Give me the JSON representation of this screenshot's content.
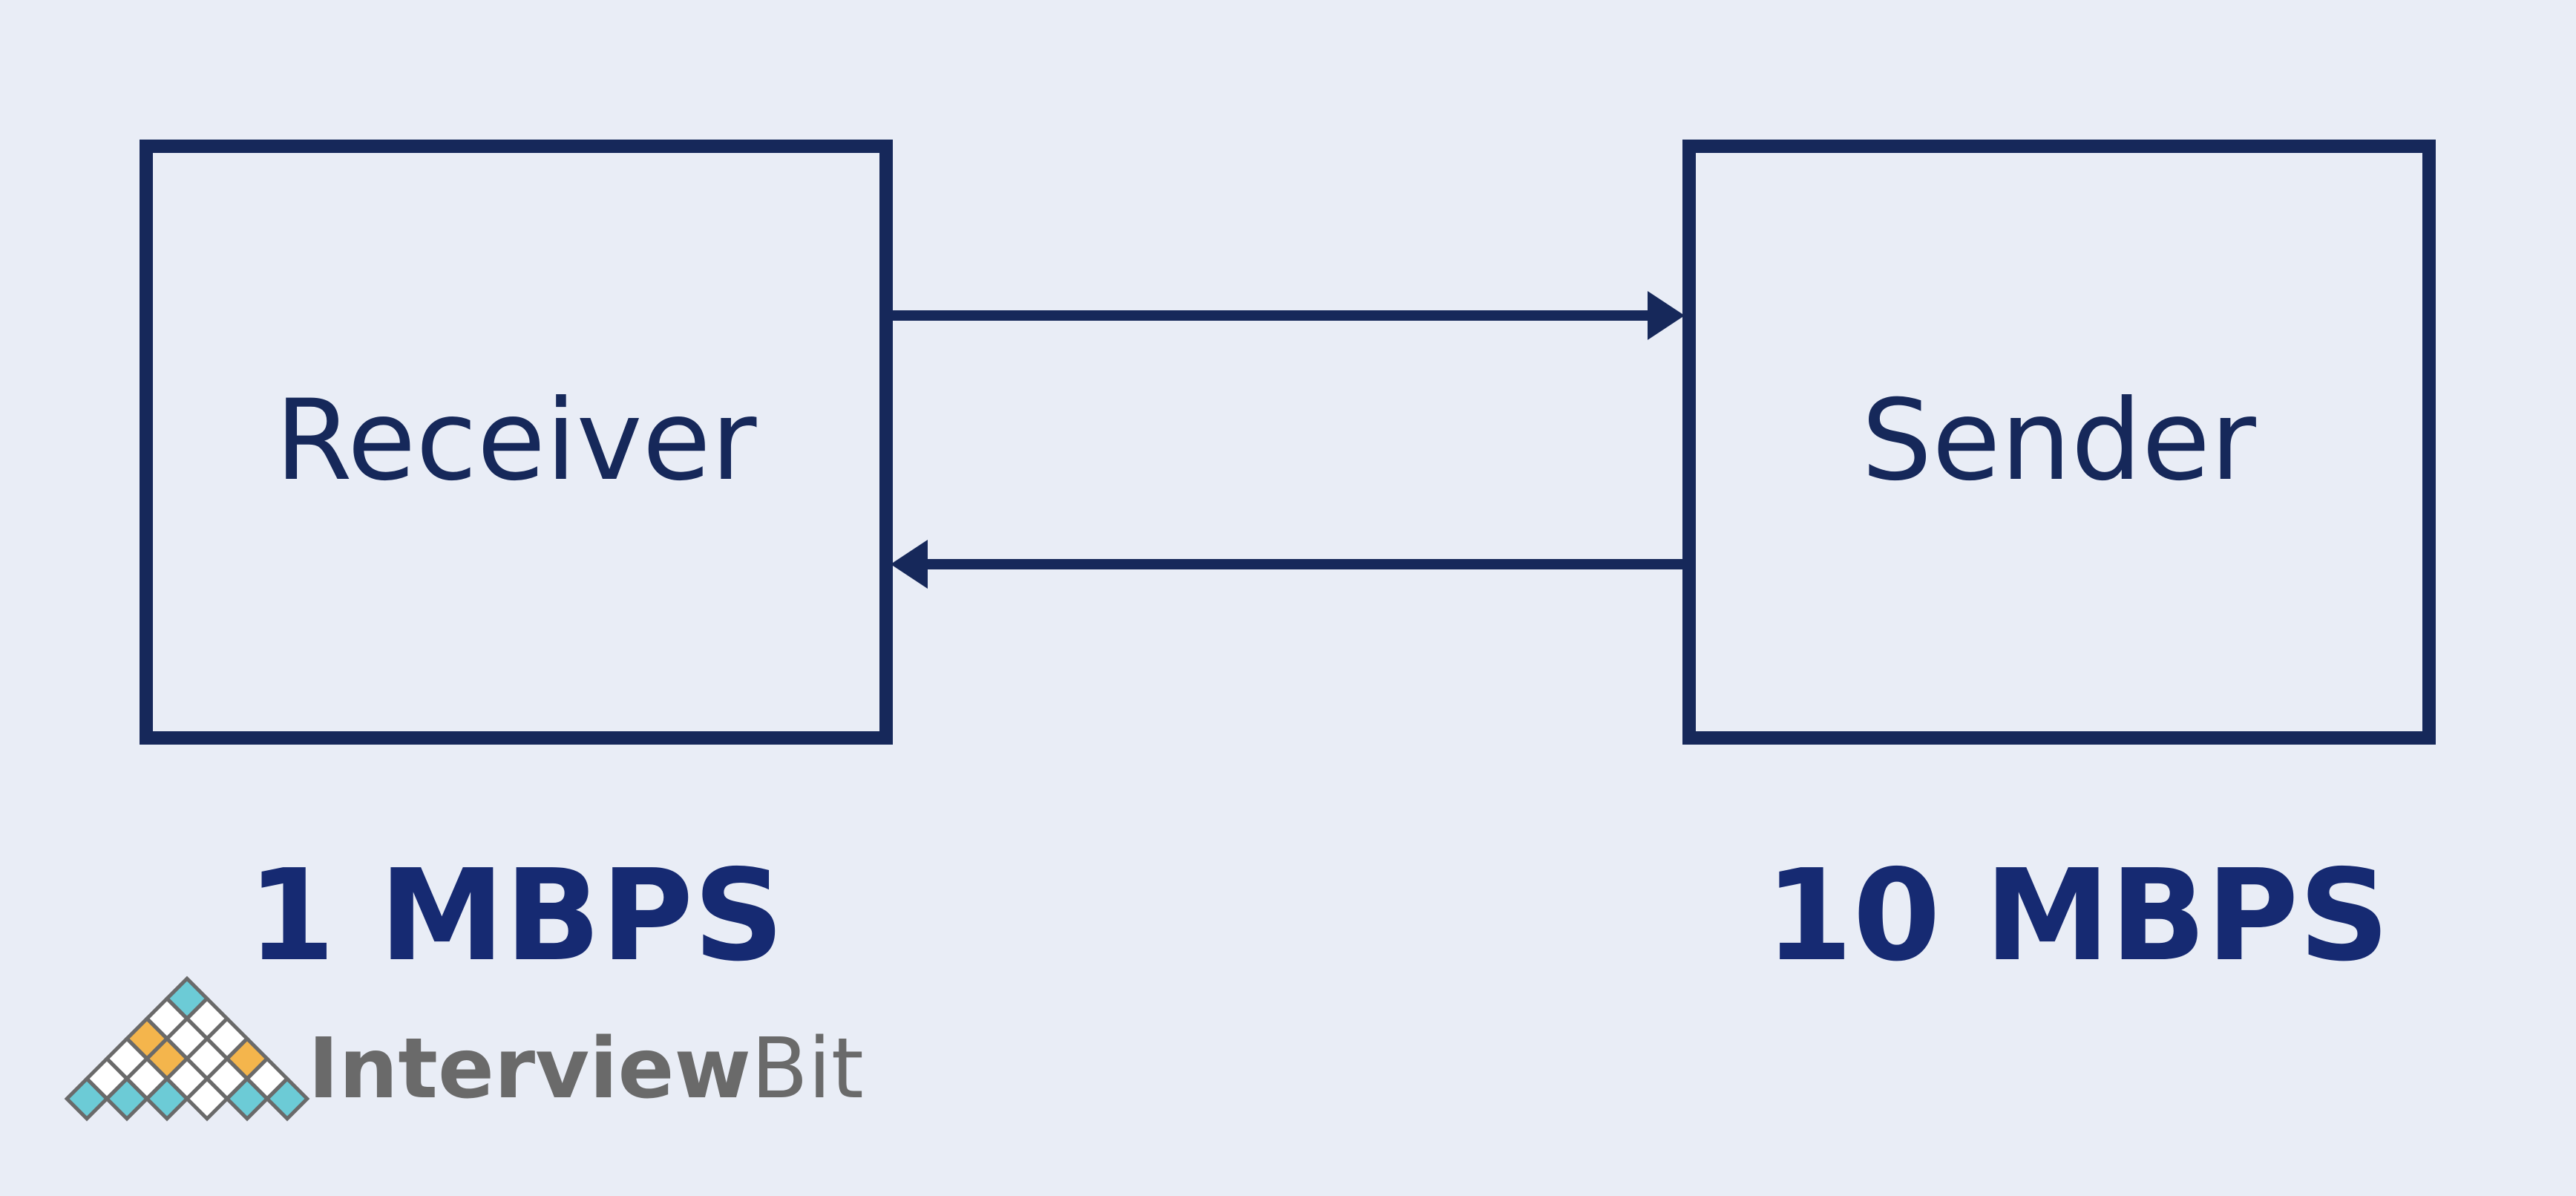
{
  "diagram": {
    "receiver": {
      "label": "Receiver",
      "speed": "1 MBPS"
    },
    "sender": {
      "label": "Sender",
      "speed": "10 MBPS"
    },
    "connections": [
      {
        "from": "receiver",
        "to": "sender",
        "direction": "right"
      },
      {
        "from": "sender",
        "to": "receiver",
        "direction": "left"
      }
    ]
  },
  "logo": {
    "text_part1": "Interview",
    "text_part2": "Bit"
  },
  "colors": {
    "background": "#e9edf6",
    "box_stroke": "#16285a",
    "label_text": "#16285a",
    "speed_text": "#162a72",
    "logo_text": "#6a6a6a",
    "logo_teal": "#6ccbd6",
    "logo_orange": "#f4b54c"
  }
}
